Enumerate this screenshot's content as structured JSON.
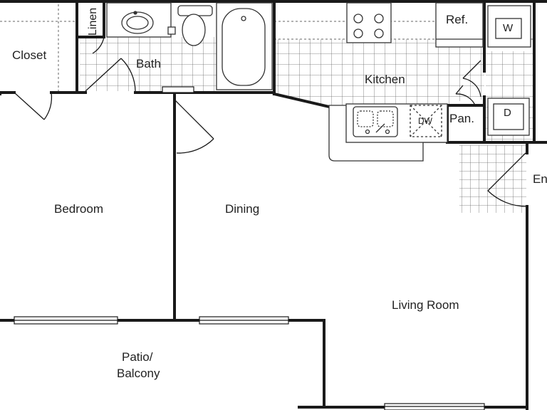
{
  "rooms": {
    "closet": "Closet",
    "linen": "Linen",
    "bath": "Bath",
    "kitchen": "Kitchen",
    "refrigerator": "Ref.",
    "washer": "W",
    "dryer": "D",
    "pantry": "Pan.",
    "dishwasher": "DW",
    "bedroom": "Bedroom",
    "dining": "Dining",
    "living_room": "Living Room",
    "patio_line1": "Patio/",
    "patio_line2": "Balcony",
    "entry_partial": "En"
  },
  "colors": {
    "wall": "#1a1a1a",
    "tile_grid": "#555555",
    "fixture": "#333333",
    "background": "#ffffff"
  }
}
